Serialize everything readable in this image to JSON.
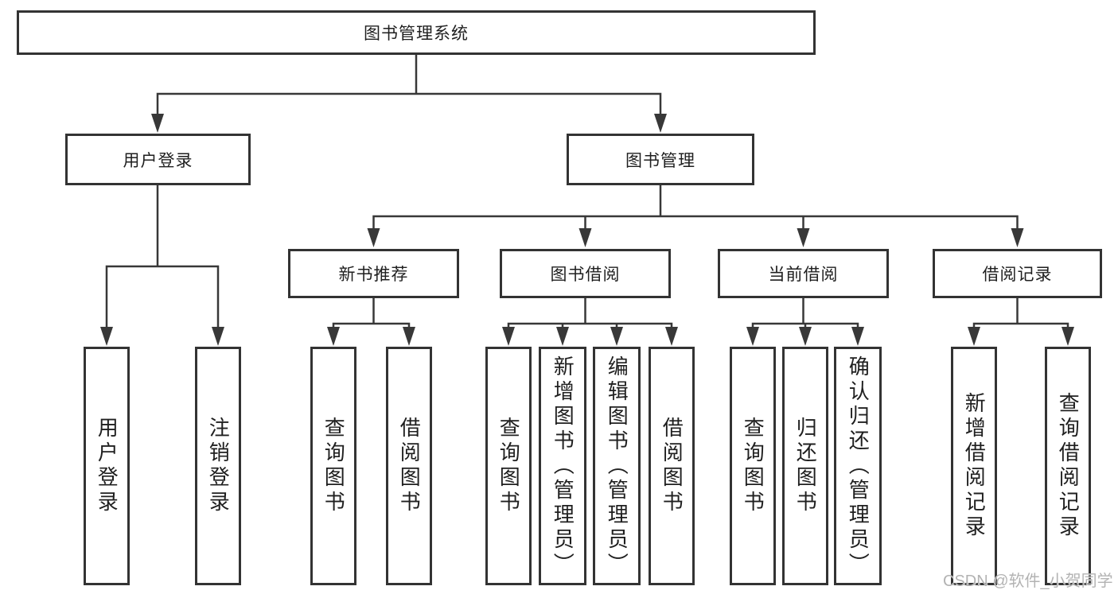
{
  "diagram_title": "图书管理系统",
  "tree": {
    "label": "图书管理系统",
    "children": [
      {
        "label": "用户登录",
        "children": [
          {
            "label": "用户登录"
          },
          {
            "label": "注销登录"
          }
        ]
      },
      {
        "label": "图书管理",
        "children": [
          {
            "label": "新书推荐",
            "children": [
              {
                "label": "查询图书"
              },
              {
                "label": "借阅图书"
              }
            ]
          },
          {
            "label": "图书借阅",
            "children": [
              {
                "label": "查询图书"
              },
              {
                "label": "新增图书（管理员）"
              },
              {
                "label": "编辑图书（管理员）"
              },
              {
                "label": "借阅图书"
              }
            ]
          },
          {
            "label": "当前借阅",
            "children": [
              {
                "label": "查询图书"
              },
              {
                "label": "归还图书"
              },
              {
                "label": "确认归还（管理员）"
              }
            ]
          },
          {
            "label": "借阅记录",
            "children": [
              {
                "label": "新增借阅记录"
              },
              {
                "label": "查询借阅记录"
              }
            ]
          }
        ]
      }
    ]
  },
  "watermark": {
    "text": "CSDN @软件_小贺同学"
  },
  "colors": {
    "background": "#ffffff",
    "box_border": "#333333",
    "connector_line": "#383838",
    "text": "#1f1f1f",
    "watermark": "#b3b3b3"
  }
}
